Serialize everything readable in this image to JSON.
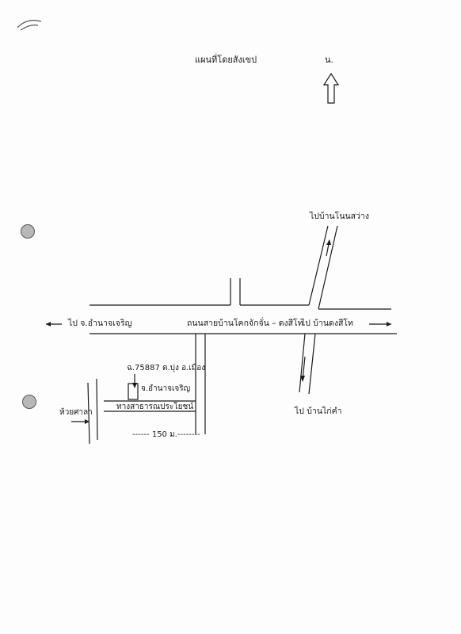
{
  "map": {
    "title": "แผนที่โดยสังเขป",
    "north": "น.",
    "labels": {
      "to_non_sawang": "ไปบ้านโนนสว่าง",
      "to_amnat_left": "ไป จ.อำนาจเจริญ",
      "main_road": "ถนนสายบ้านโคกจักจั่น – ดงสีโท",
      "to_dong_si_tho": "ไป บ้านดงสีโท",
      "deed": "ฉ.75887 ต.บุ่ง อ.เมือง",
      "province": "จ.อำนาจเจริญ",
      "stream": "ห้วยศาลา",
      "public_way": "ทางสาธารณประโยชน์",
      "distance": "------  150 ม.--------",
      "to_kai_kham": "ไป บ้านไก่คำ"
    }
  }
}
